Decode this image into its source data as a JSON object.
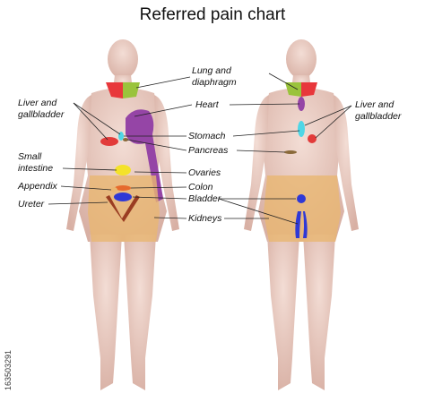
{
  "title": "Referred pain chart",
  "credit_id": "163503291",
  "front_labels": {
    "lung_diaphragm": [
      "Lung and",
      "diaphragm"
    ],
    "liver_gallbladder": [
      "Liver and",
      "gallbladder"
    ],
    "heart": "Heart",
    "stomach": "Stomach",
    "pancreas": "Pancreas",
    "small_intestine": [
      "Small",
      "intestine"
    ],
    "ovaries": "Ovaries",
    "appendix": "Appendix",
    "colon": "Colon",
    "bladder": "Bladder",
    "ureter": "Ureter",
    "kidneys": "Kidneys"
  },
  "back_labels": {
    "liver_gallbladder": [
      "Liver and",
      "gallbladder"
    ]
  },
  "colors": {
    "skin": "#eccdc4",
    "skin_shadow": "#d9b3a8",
    "lung_red": "#e8373b",
    "lung_green": "#9ac33c",
    "liver_red": "#e23b3a",
    "heart_purple": "#9545a6",
    "stomach_cyan": "#4fd6e6",
    "pancreas_olive": "#8a6a3a",
    "small_intestine_yellow": "#f4e22a",
    "colon_orange": "#e66a2d",
    "bladder_blue": "#2f39d6",
    "ureter_brown": "#9a3d22",
    "kidney_tan": "#e9b772"
  }
}
